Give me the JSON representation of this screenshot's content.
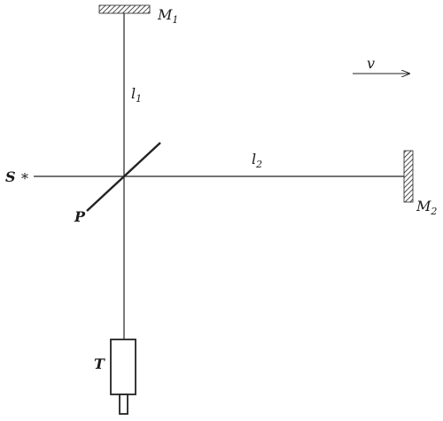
{
  "labels": {
    "mirror1": {
      "main": "M",
      "sub": "1"
    },
    "mirror2": {
      "main": "M",
      "sub": "2"
    },
    "arm1": {
      "main": "l",
      "sub": "1"
    },
    "arm2": {
      "main": "l",
      "sub": "2"
    },
    "source": "S",
    "source_star": "*",
    "plate": "P",
    "telescope": "T",
    "velocity": "v"
  }
}
